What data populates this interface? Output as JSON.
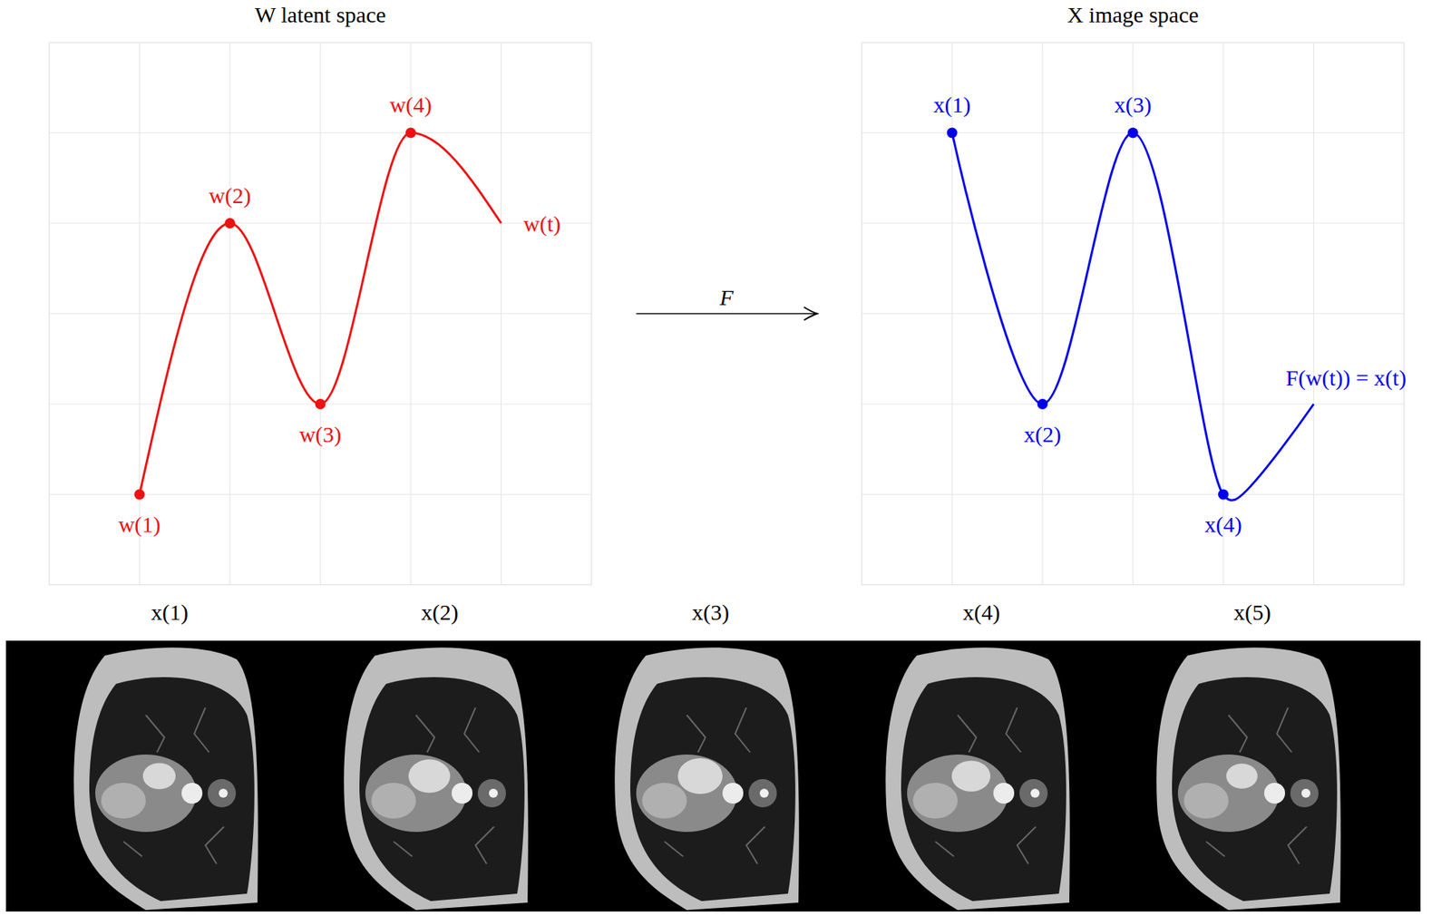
{
  "diagram": {
    "nodes": [
      {
        "text": [
          "W latent space"
        ]
      },
      {
        "text": [
          "X image space"
        ]
      },
      {
        "text": [
          "x(1)"
        ]
      },
      {
        "text": [
          "x(2)"
        ]
      },
      {
        "text": [
          "x(3)"
        ]
      },
      {
        "text": [
          "x(4)"
        ]
      },
      {
        "text": [
          "x(5)"
        ]
      }
    ],
    "edges": [
      {
        "from": 0,
        "to": 1,
        "arrow": "to",
        "label": "F"
      }
    ],
    "labels": [
      "w(1)",
      "w(2)",
      "w(3)",
      "w(4)",
      "w(t)",
      "x(1)",
      "x(2)",
      "x(3)",
      "x(4)",
      "F(w(t)) = x(t)"
    ]
  }
}
